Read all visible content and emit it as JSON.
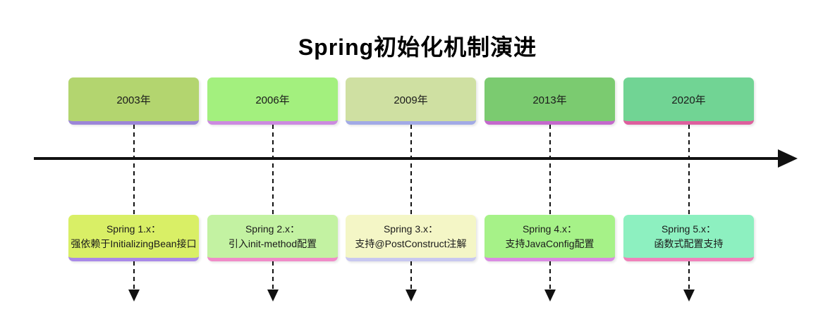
{
  "title": "Spring初始化机制演进",
  "colors": {
    "background": "#ffffff",
    "axis": "#111111",
    "connector": "#111111",
    "text": "#1a1a1a"
  },
  "timeline": {
    "items": [
      {
        "year": "2003年",
        "label_title": "Spring 1.x：",
        "label_desc": "强依赖于InitializingBean接口",
        "year_fill": "#b3d56f",
        "year_accent": "#9c86d8",
        "label_fill": "#d9ef66",
        "label_accent": "#a98ae8"
      },
      {
        "year": "2006年",
        "label_title": "Spring 2.x：",
        "label_desc": "引入init-method配置",
        "year_fill": "#a3f07e",
        "year_accent": "#cc8ae0",
        "label_fill": "#c3f2a2",
        "label_accent": "#f08cc8"
      },
      {
        "year": "2009年",
        "label_title": "Spring 3.x：",
        "label_desc": "支持@PostConstruct注解",
        "year_fill": "#cfe0a2",
        "year_accent": "#a2aae6",
        "label_fill": "#f4f6c6",
        "label_accent": "#c8c8f0"
      },
      {
        "year": "2013年",
        "label_title": "Spring 4.x：",
        "label_desc": "支持JavaConfig配置",
        "year_fill": "#7bcb70",
        "year_accent": "#c468cc",
        "label_fill": "#a6f288",
        "label_accent": "#da8ce2"
      },
      {
        "year": "2020年",
        "label_title": "Spring 5.x：",
        "label_desc": "函数式配置支持",
        "year_fill": "#71d494",
        "year_accent": "#de5f9e",
        "label_fill": "#8df0c0",
        "label_accent": "#f082ba"
      }
    ]
  }
}
